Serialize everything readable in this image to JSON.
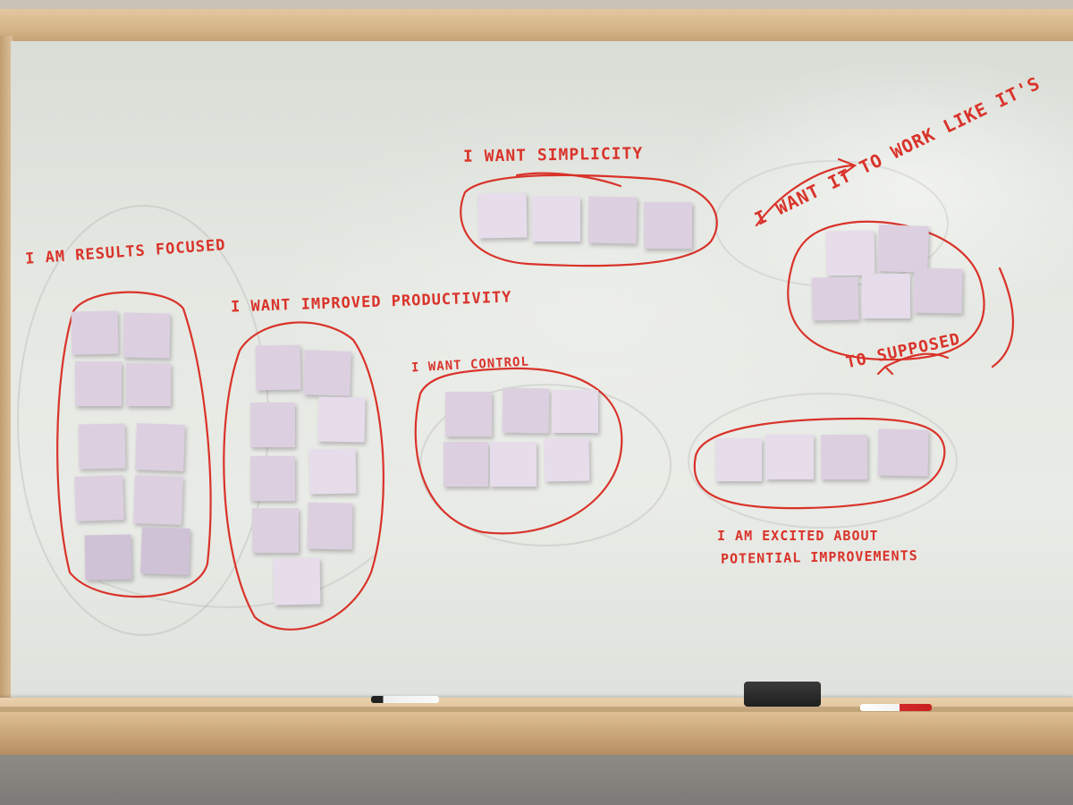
{
  "headings": {
    "results": "I AM RESULTS FOCUSED",
    "productivity": "I WANT IMPROVED PRODUCTIVITY",
    "simplicity": "I WANT SIMPLICITY",
    "control": "I WANT CONTROL",
    "work_like": "I WANT IT TO WORK LIKE IT'S",
    "supposed": "TO SUPPOSED",
    "excited_line1": "I AM EXCITED ABOUT",
    "excited_line2": "POTENTIAL IMPROVEMENTS"
  },
  "colors": {
    "marker_red": "#d9332a",
    "sticky_note": "#dcd0e0",
    "board": "#e5e8e2",
    "frame_wood": "#d3b387"
  },
  "notes": {
    "results": [
      "",
      "",
      "",
      "",
      "",
      "",
      "",
      "",
      "",
      "",
      "",
      ""
    ],
    "productivity": [
      "",
      "",
      "",
      "",
      "",
      "",
      "",
      "",
      "",
      "",
      "",
      ""
    ],
    "simplicity": [
      "",
      "",
      "",
      ""
    ],
    "control": [
      "",
      "",
      "",
      "",
      "",
      ""
    ],
    "work_like": [
      "",
      "",
      "",
      "",
      "",
      ""
    ],
    "excited": [
      "",
      "",
      "",
      ""
    ]
  }
}
